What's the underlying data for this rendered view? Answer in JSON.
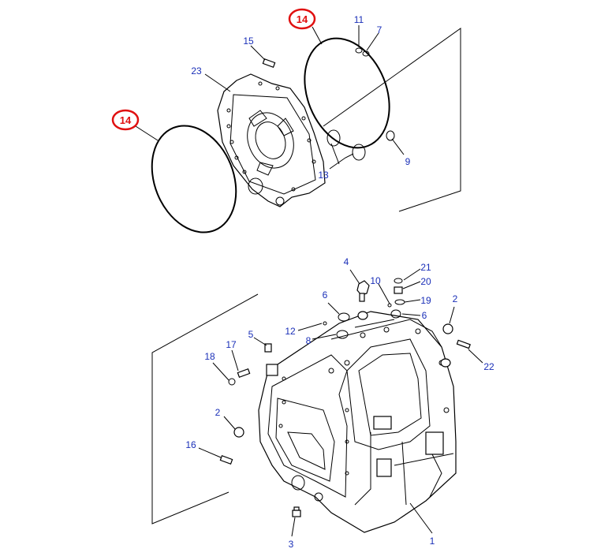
{
  "labels": [
    {
      "id": "p14a",
      "text": "14",
      "highlight": true
    },
    {
      "id": "p11",
      "text": "11"
    },
    {
      "id": "p7",
      "text": "7"
    },
    {
      "id": "p15",
      "text": "15"
    },
    {
      "id": "p23",
      "text": "23"
    },
    {
      "id": "p14b",
      "text": "14",
      "highlight": true
    },
    {
      "id": "p13",
      "text": "13"
    },
    {
      "id": "p9",
      "text": "9"
    },
    {
      "id": "p4",
      "text": "4"
    },
    {
      "id": "p21",
      "text": "21"
    },
    {
      "id": "p10",
      "text": "10"
    },
    {
      "id": "p20",
      "text": "20"
    },
    {
      "id": "p19",
      "text": "19"
    },
    {
      "id": "p2a",
      "text": "2"
    },
    {
      "id": "p6a",
      "text": "6"
    },
    {
      "id": "p6b",
      "text": "6"
    },
    {
      "id": "p12",
      "text": "12"
    },
    {
      "id": "p8",
      "text": "8"
    },
    {
      "id": "p5",
      "text": "5"
    },
    {
      "id": "p17",
      "text": "17"
    },
    {
      "id": "p18",
      "text": "18"
    },
    {
      "id": "p22",
      "text": "22"
    },
    {
      "id": "p2b",
      "text": "2"
    },
    {
      "id": "p16",
      "text": "16"
    },
    {
      "id": "p3",
      "text": "3"
    },
    {
      "id": "p1",
      "text": "1"
    }
  ]
}
